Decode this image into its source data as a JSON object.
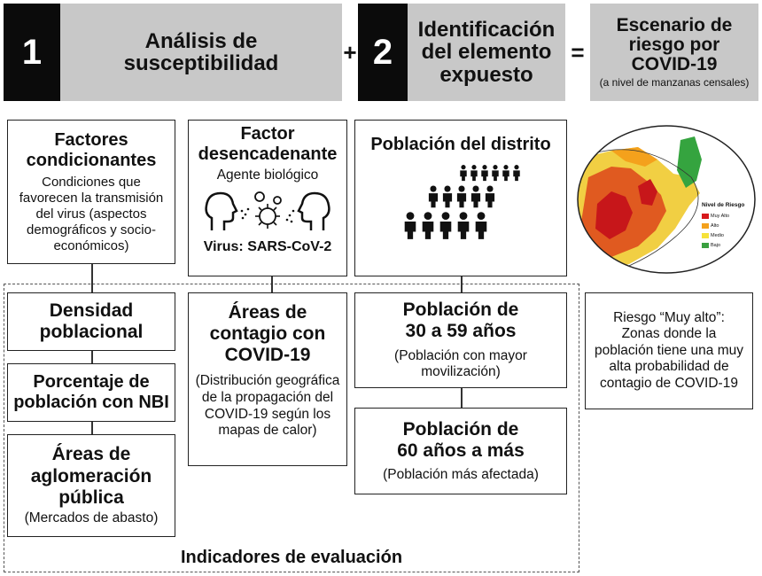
{
  "headers": {
    "step1": {
      "number": "1",
      "title": "Análisis de susceptibilidad"
    },
    "plus": "+",
    "step2": {
      "number": "2",
      "title": "Identificación del elemento expuesto"
    },
    "equals": "=",
    "result": {
      "title": "Escenario de riesgo por COVID-19",
      "note": "(a nivel de manzanas censales)"
    }
  },
  "factores": {
    "title": "Factores condicionantes",
    "desc": "Condiciones que favorecen la transmisión del virus (aspectos demográficos y socio-económicos)"
  },
  "desencadenante": {
    "title": "Factor desencadenante",
    "subtitle": "Agente biológico",
    "virus": "Virus: SARS-CoV-2"
  },
  "poblacion_distrito": {
    "title": "Población del distrito"
  },
  "map": {
    "legend_title": "Nivel de Riesgo",
    "legend": [
      {
        "label": "Muy Alto",
        "color": "#d7191c"
      },
      {
        "label": "Alto",
        "color": "#f4a11c"
      },
      {
        "label": "Medio",
        "color": "#f6e23a"
      },
      {
        "label": "Bajo",
        "color": "#3aa040"
      }
    ]
  },
  "indicadores": {
    "densidad": "Densidad poblacional",
    "nbi": "Porcentaje de población con NBI",
    "aglomeracion": {
      "title": "Áreas de aglomeración pública",
      "note": "(Mercados de abasto)"
    },
    "contagio": {
      "title": "Áreas de contagio con COVID-19",
      "note": "(Distribución geográfica de la propagación del COVID-19 según los mapas de calor)"
    },
    "pob30": {
      "title": "Población de 30 a 59 años",
      "note": "(Población con mayor movilización)"
    },
    "pob60": {
      "title": "Población de 60 años a más",
      "note": "(Población más afectada)"
    },
    "label": "Indicadores de evaluación"
  },
  "riesgo_note": "Riesgo “Muy alto”: Zonas donde la población tiene una muy alta probabilidad de contagio de COVID-19"
}
